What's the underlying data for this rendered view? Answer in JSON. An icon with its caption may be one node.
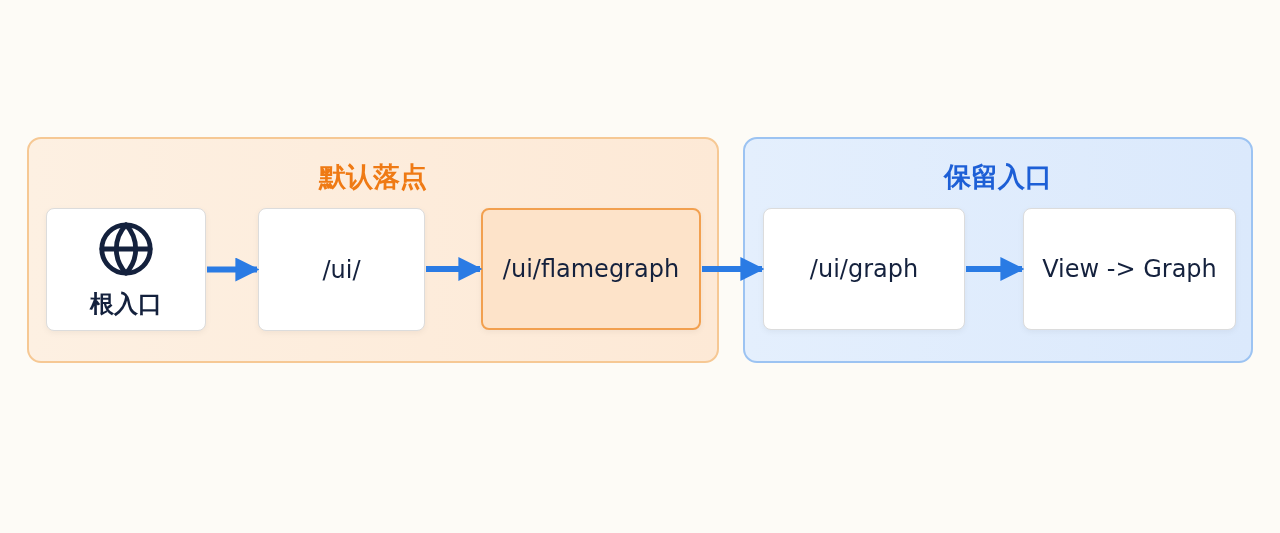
{
  "diagram": {
    "nodes": [
      {
        "text": [
          "默认落点"
        ]
      },
      {
        "text": [
          "根入口"
        ],
        "in": 0
      },
      {
        "text": [
          "/ui/"
        ],
        "in": 0
      },
      {
        "text": [
          "/ui/flamegraph"
        ],
        "in": 0
      },
      {
        "text": [
          "保留入口"
        ]
      },
      {
        "text": [
          "/ui/graph"
        ],
        "in": 4
      },
      {
        "text": [
          "View -> Graph"
        ],
        "in": 4
      }
    ],
    "edges": [
      {
        "from": 1,
        "to": 2,
        "arrow": "to"
      },
      {
        "from": 2,
        "to": 3,
        "arrow": "to"
      },
      {
        "from": 3,
        "to": 5,
        "arrow": "to"
      },
      {
        "from": 5,
        "to": 6,
        "arrow": "to"
      }
    ]
  }
}
